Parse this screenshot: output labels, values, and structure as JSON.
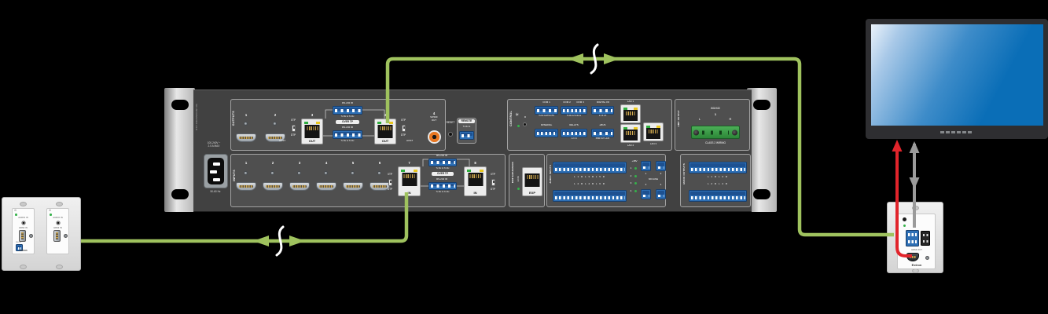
{
  "colors": {
    "cable_green": "#9fc25e",
    "cable_red": "#e1242b",
    "cable_gray": "#9b9b9b",
    "break_white": "#ffffff",
    "assoc_line": "#c9c9c9",
    "screen_blue": "#0b6fb8",
    "terminal_blue": "#2d6fb5",
    "amp_green": "#2c8738",
    "spdif_orange": "#e87722"
  },
  "transmitter": {
    "brand": "Extron",
    "rs232_label": "RS-232",
    "modules": [
      {
        "audio_label": "AUDIO IN",
        "hdmi_label": "HDMI IN"
      },
      {
        "audio_label": "AUDIO IN",
        "hdmi_label": "HDMI IN"
      }
    ]
  },
  "matrix": {
    "model": "DTP CROSSPOINT 86",
    "power": {
      "rating_line1": "100-240V ~",
      "rating_line2": "2.0 A MAX",
      "frequency": "50-60 Hz"
    },
    "outputs": {
      "section_label": "OUTPUTS",
      "hdmi_numbers": [
        "1",
        "2"
      ],
      "port3_number": "3",
      "port4_number": "4",
      "port_label": "OUT",
      "switch_top": "XTP",
      "switch_bottom": "DTP",
      "host_label": "HOST",
      "rs232_ir_label": "RS-232    IR",
      "rs232_pins": "Tx Rx G Tx Rx",
      "over_tp_label": "OVER TP",
      "spdif_number": "4",
      "spdif_label": "S/PDIF OUT",
      "reset_label": "RESET",
      "remote_label": "REMOTE",
      "remote_pins": "Tx Rx G"
    },
    "control": {
      "section_label": "CONTROL",
      "reset_label": "R",
      "com1_label": "COM 1",
      "com1_pins": "Tx Rx G RTS CTS",
      "com2_label": "COM 2",
      "com3_label": "COM 3",
      "com23_pins": "Tx Rx G Tx Rx G",
      "digital_io_label": "DIGITAL I/O",
      "digital_io_pins": "1 2 3 4 5",
      "ir_serial_label": "IR/SERIAL",
      "relays_label": "RELAYS",
      "relays_pins": "1 2 3 4",
      "ebus_label": "eBUS",
      "ebus_sub_label": "PWR OUT +12V",
      "lan1_label": "LAN 1",
      "lan2_label": "LAN 2",
      "lan3_label": "LAN 3"
    },
    "amp": {
      "section_label": "AMP OUTPUT",
      "impedance": "8Ω/4Ω",
      "channel_number": "1",
      "left_label": "L",
      "right_label": "R",
      "wiring_label": "CLASS 2 WIRING"
    },
    "inputs": {
      "section_label": "INPUTS",
      "hdmi_numbers": [
        "1",
        "2",
        "3",
        "4",
        "5",
        "6"
      ],
      "port7_number": "7",
      "port8_number": "8",
      "port_label": "IN",
      "switch_top": "XTP",
      "switch_bottom": "DTP",
      "rs232_ir_label": "RS-232    IR",
      "rs232_pins": "Tx Rx G Tx Rx",
      "over_tp_label": "OVER TP"
    },
    "dmp": {
      "section_label": "DMP EXPANSION",
      "link_label": "LINK",
      "port_label": "EXP"
    },
    "audio_inputs": {
      "section_label": "AUDIO INPUTS",
      "row1_channels": "L 1 R    L 3 R    L 5 R",
      "row2_channels": "L 2 R    L 4 R    L 6 R",
      "phantom_label": "+48V",
      "channel_numbers": [
        "1",
        "2",
        "3",
        "4"
      ],
      "mic_line_label": "MIC/LINE",
      "micline_top_left": "1",
      "micline_top_right": "3",
      "micline_bottom_left": "2",
      "micline_bottom_right": "4"
    },
    "audio_outputs": {
      "section_label": "AUDIO OUTPUTS",
      "row1_channels": "L 1 R    L 3 R",
      "row2_channels": "L 2 R    L 4 R"
    }
  },
  "receiver": {
    "brand": "Extron",
    "hdmi_out_label": "HDMI OUT"
  }
}
